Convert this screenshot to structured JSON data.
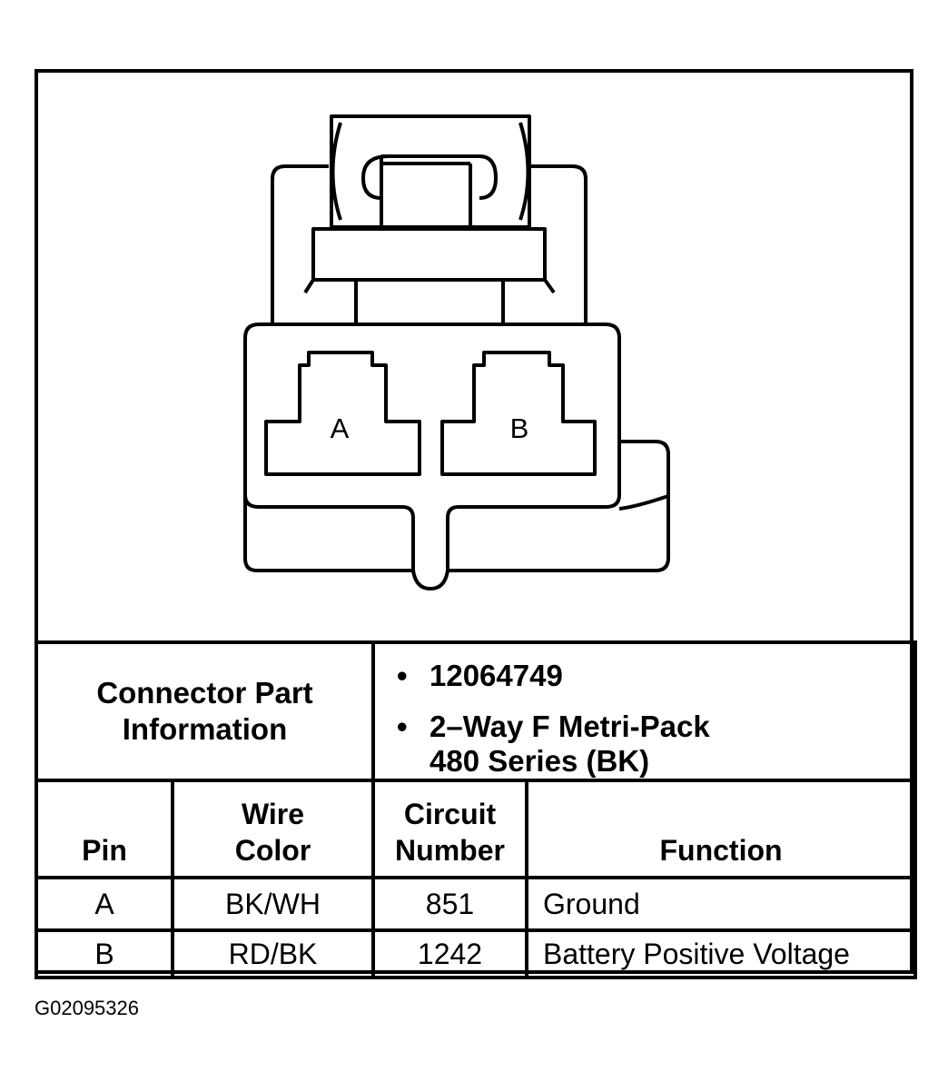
{
  "connector": {
    "cavity_a_label": "A",
    "cavity_b_label": "B"
  },
  "part_info": {
    "label": "Connector Part Information",
    "label_line1": "Connector Part",
    "label_line2": "Information",
    "part_number": "12064749",
    "description_line1": "2–Way F Metri-Pack",
    "description_line2": "480 Series (BK)"
  },
  "table": {
    "headers": {
      "pin": "Pin",
      "wire_color_line1": "Wire",
      "wire_color_line2": "Color",
      "circuit_line1": "Circuit",
      "circuit_line2": "Number",
      "function": "Function"
    },
    "rows": [
      {
        "pin": "A",
        "wire_color": "BK/WH",
        "circuit": "851",
        "function": "Ground"
      },
      {
        "pin": "B",
        "wire_color": "RD/BK",
        "circuit": "1242",
        "function": "Battery Positive Voltage"
      }
    ]
  },
  "figure_id": "G02095326"
}
